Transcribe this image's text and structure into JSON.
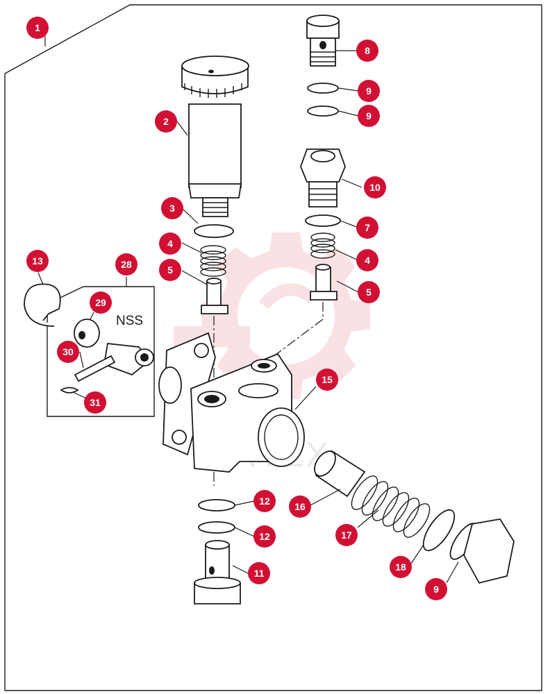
{
  "diagram": {
    "inset_label": "NSS",
    "watermark_text": "ИНТЕХ",
    "colors": {
      "callout": "#d11033",
      "callout_text": "#ffffff",
      "line": "#1a1a1a",
      "watermark": "#f6c9cf"
    },
    "callouts": [
      "1",
      "2",
      "3",
      "4",
      "5",
      "8",
      "9",
      "9",
      "10",
      "7",
      "4",
      "5",
      "13",
      "28",
      "29",
      "30",
      "31",
      "15",
      "12",
      "12",
      "11",
      "16",
      "17",
      "18",
      "9"
    ]
  }
}
